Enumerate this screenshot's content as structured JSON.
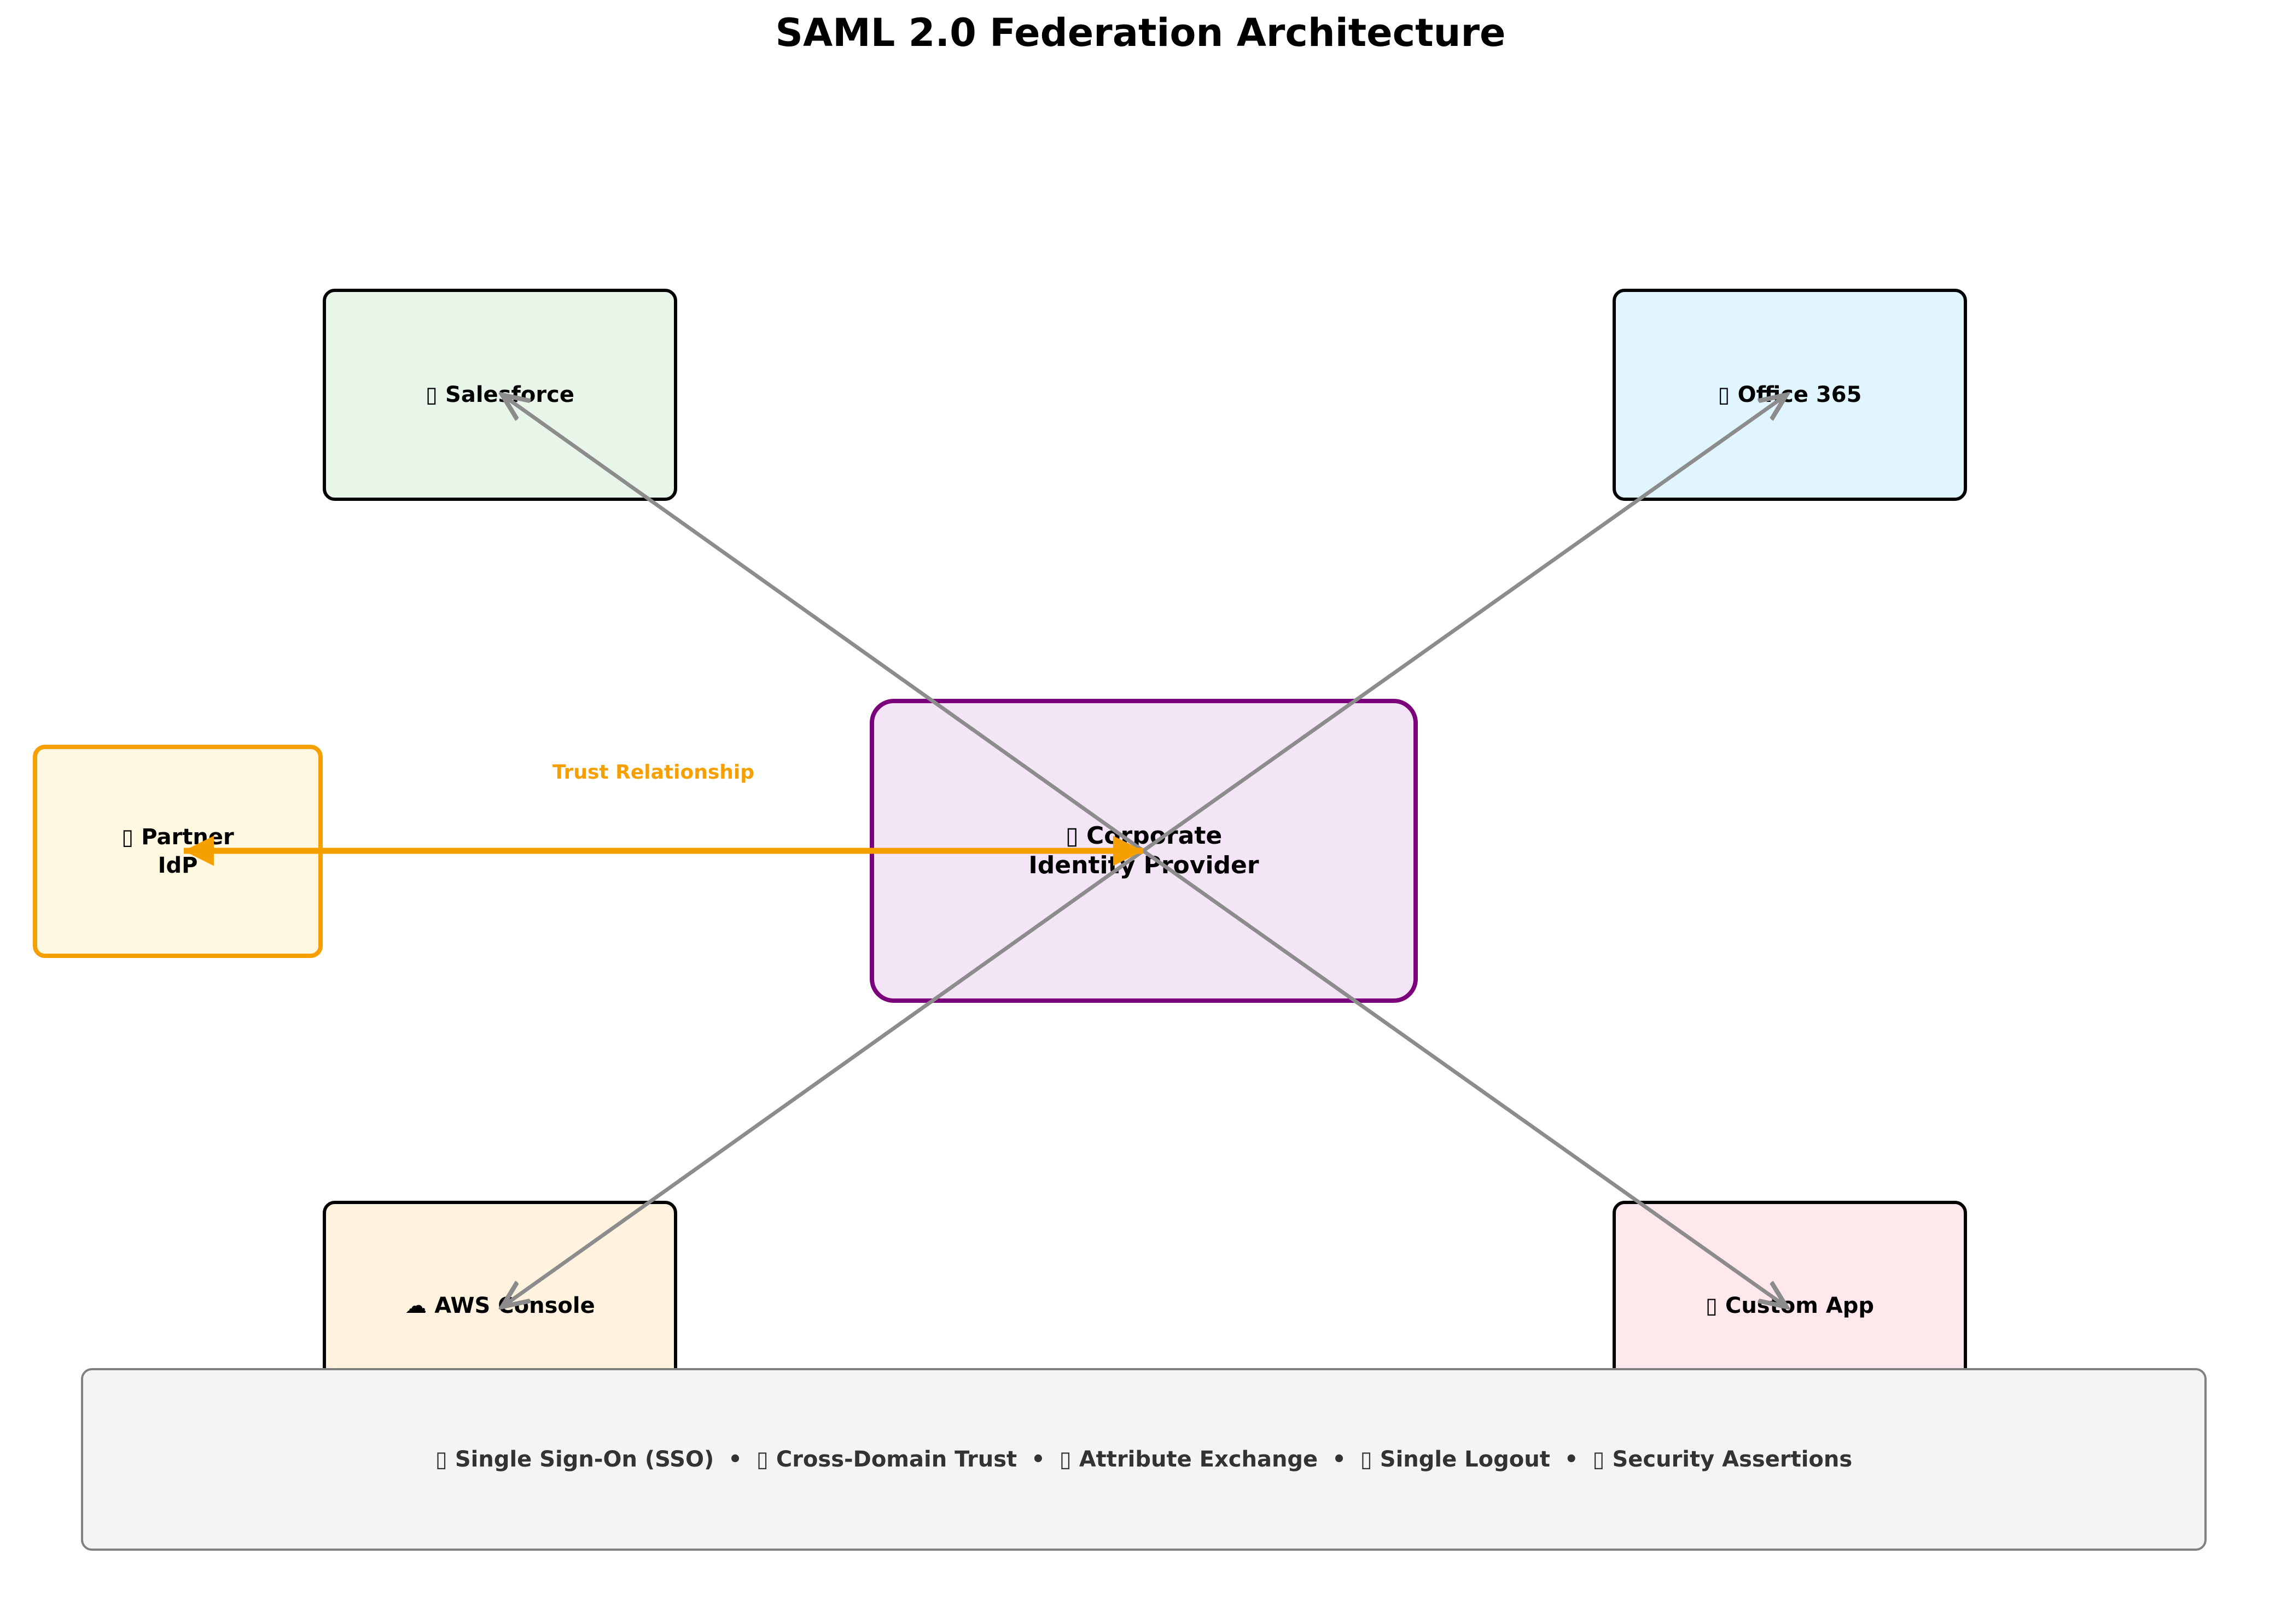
{
  "title": "SAML 2.0 Federation Architecture",
  "colors": {
    "salesforce_fill": "#e8f5e9",
    "office_fill": "#e1f5fe",
    "aws_fill": "#fff3e0",
    "custom_fill": "#ffe8ec",
    "partner_fill": "#fff8e1",
    "partner_border": "#f5a000",
    "corp_fill": "#f3e5f5",
    "corp_border": "#7b007b",
    "node_border": "#000000",
    "arrow_gray": "#8c8c8c",
    "trust_arrow": "#f5a000"
  },
  "nodes": {
    "salesforce": {
      "icon": "cloud-app-icon",
      "glyph": "▯",
      "label": "Salesforce"
    },
    "office365": {
      "icon": "office-icon",
      "glyph": "▯",
      "label": "Office 365"
    },
    "aws": {
      "icon": "cloud-icon",
      "glyph": "☁",
      "label": "AWS Console"
    },
    "custom_app": {
      "icon": "app-icon",
      "glyph": "▯",
      "label": "Custom App"
    },
    "partner_idp": {
      "icon": "partner-icon",
      "glyph": "▯",
      "line1": "Partner",
      "line2": "IdP"
    },
    "corporate_idp": {
      "icon": "building-icon",
      "glyph": "▯",
      "line1": "Corporate",
      "line2": "Identity Provider"
    }
  },
  "trust_label": "Trust Relationship",
  "legend": [
    {
      "icon": "key-icon",
      "glyph": "▯",
      "label": "Single Sign-On (SSO)"
    },
    {
      "icon": "handshake-icon",
      "glyph": "▯",
      "label": "Cross-Domain Trust"
    },
    {
      "icon": "exchange-icon",
      "glyph": "▯",
      "label": "Attribute Exchange"
    },
    {
      "icon": "logout-icon",
      "glyph": "▯",
      "label": "Single Logout"
    },
    {
      "icon": "shield-icon",
      "glyph": "▯",
      "label": "Security Assertions"
    }
  ],
  "legend_separator": "•"
}
